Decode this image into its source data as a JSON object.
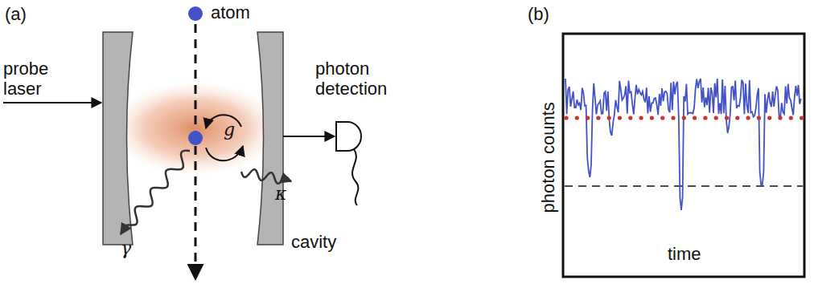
{
  "diagram": {
    "labels": [
      "(a)",
      "atom",
      "probe laser",
      "g",
      "photon detection",
      "γ",
      "κ",
      "cavity",
      "(b)",
      "photon counts",
      "time"
    ]
  }
}
